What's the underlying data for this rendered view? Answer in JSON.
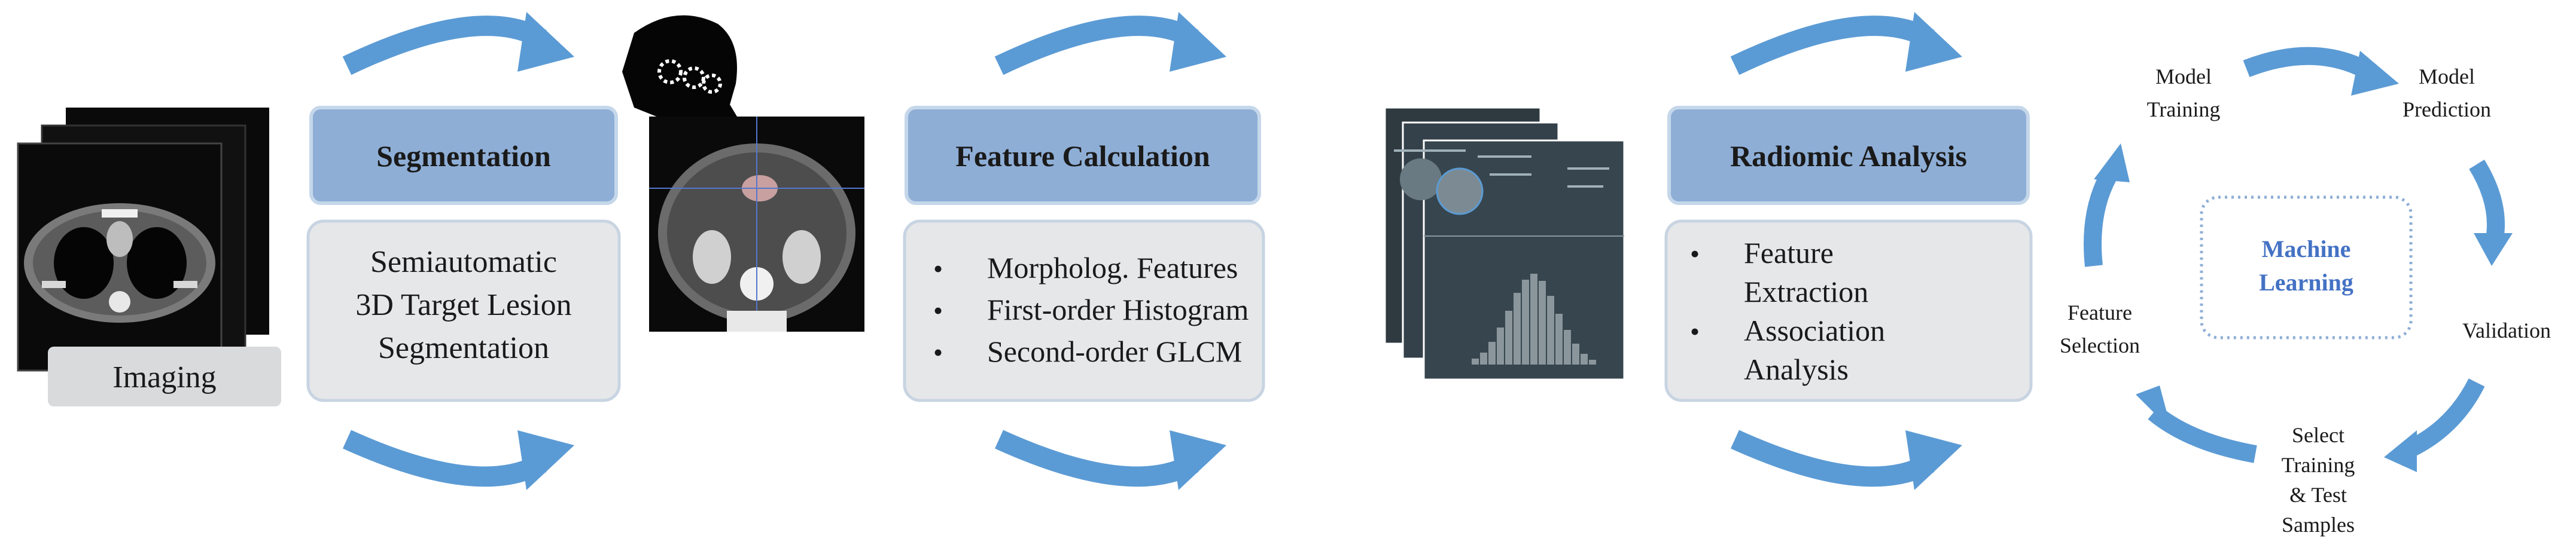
{
  "stages": {
    "imaging": {
      "label": "Imaging"
    },
    "segmentation": {
      "header": "Segmentation",
      "body": [
        "Semiautomatic",
        "3D Target Lesion",
        "Segmentation"
      ]
    },
    "feature_calculation": {
      "header": "Feature Calculation",
      "bullets": [
        "Morpholog. Features",
        "First-order Histogram",
        "Second-order GLCM"
      ]
    },
    "radiomic_analysis": {
      "header": "Radiomic Analysis",
      "bullets": [
        [
          "Feature",
          "Extraction"
        ],
        [
          "Association",
          "Analysis"
        ]
      ]
    }
  },
  "bullet_symbol": "•",
  "ml_cycle": {
    "center": [
      "Machine",
      "Learning"
    ],
    "steps": {
      "model_training": [
        "Model",
        "Training"
      ],
      "model_prediction": [
        "Model",
        "Prediction"
      ],
      "validation": [
        "Validation"
      ],
      "select_samples": [
        "Select",
        "Training",
        "& Test",
        "Samples"
      ],
      "feature_selection": [
        "Feature",
        "Selection"
      ]
    }
  },
  "colors": {
    "header_fill": "#8eaed6",
    "header_stroke": "#c5d7ea",
    "body_fill": "#e6e7e9",
    "body_stroke": "#c8d4e2",
    "arrow": "#5b9bd5",
    "ml_text": "#4472c4",
    "text": "#1a1a1a",
    "ct_dark": "#0a0a0a",
    "imaging_label_fill": "#d9dadc"
  }
}
